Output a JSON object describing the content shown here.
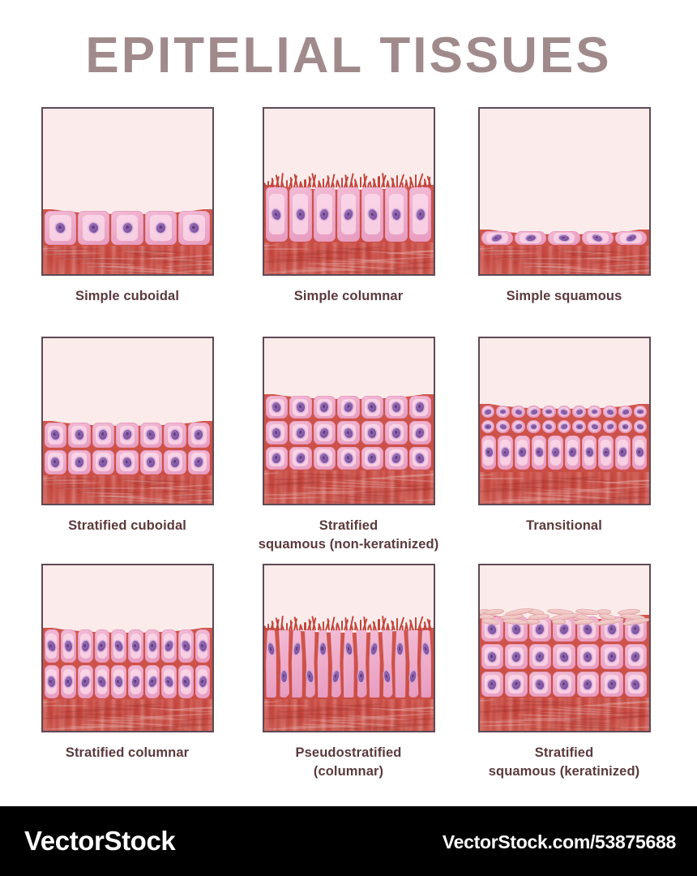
{
  "title": "EPITELIAL TISSUES",
  "colors": {
    "title_text": "#a08a8c",
    "label_text": "#5b3a3c",
    "panel_border": "#5e4a55",
    "lumen": "#fbeceb",
    "connective_tissue": "#c9483f",
    "cell_body": "#eda9c8",
    "cell_highlight": "#ffe8f3",
    "nucleus": "#8257a4",
    "footer_bar": "#000000",
    "footer_text": "#ffffff"
  },
  "panels": [
    {
      "id": "simple-cuboidal",
      "label": "Simple cuboidal",
      "label_lines": [
        "Simple cuboidal"
      ],
      "layers": 1,
      "cells_per_row": 5,
      "cell_shape": "cuboidal",
      "has_cilia": false,
      "has_keratin": false,
      "lumen_height_pct": 61,
      "epithelium_height_pct": 22,
      "connective_height_pct": 17
    },
    {
      "id": "simple-columnar",
      "label": "Simple columnar",
      "label_lines": [
        "Simple columnar"
      ],
      "layers": 1,
      "cells_per_row": 7,
      "cell_shape": "columnar",
      "has_cilia": true,
      "has_keratin": false,
      "lumen_height_pct": 46,
      "epithelium_height_pct": 35,
      "connective_height_pct": 19
    },
    {
      "id": "simple-squamous",
      "label": "Simple squamous",
      "label_lines": [
        "Simple squamous"
      ],
      "layers": 1,
      "cells_per_row": 5,
      "cell_shape": "squamous",
      "has_cilia": false,
      "has_keratin": false,
      "lumen_height_pct": 73,
      "epithelium_height_pct": 10,
      "connective_height_pct": 17
    },
    {
      "id": "stratified-cuboidal",
      "label": "Stratified cuboidal",
      "label_lines": [
        "Stratified cuboidal"
      ],
      "layers": 2,
      "cells_per_row": 7,
      "cell_shape": "cuboidal",
      "has_cilia": false,
      "has_keratin": false,
      "lumen_height_pct": 50,
      "epithelium_height_pct": 33,
      "connective_height_pct": 17
    },
    {
      "id": "stratified-squamous-non-keratinized",
      "label": "Stratified squamous (non-keratinized)",
      "label_lines": [
        "Stratified",
        "squamous (non-keratinized)"
      ],
      "layers": 3,
      "cells_per_row": 7,
      "cell_shape": "cuboidal",
      "has_cilia": false,
      "has_keratin": false,
      "lumen_height_pct": 34,
      "epithelium_height_pct": 46,
      "connective_height_pct": 20
    },
    {
      "id": "transitional",
      "label": "Transitional",
      "label_lines": [
        "Transitional"
      ],
      "layers": 3,
      "cells_per_row": 11,
      "cell_shape": "transitional",
      "has_cilia": false,
      "has_keratin": false,
      "lumen_height_pct": 40,
      "epithelium_height_pct": 41,
      "connective_height_pct": 19
    },
    {
      "id": "stratified-columnar",
      "label": "Stratified columnar",
      "label_lines": [
        "Stratified columnar"
      ],
      "layers": 2,
      "cells_per_row": 10,
      "cell_shape": "columnar",
      "has_cilia": false,
      "has_keratin": false,
      "lumen_height_pct": 38,
      "epithelium_height_pct": 43,
      "connective_height_pct": 19
    },
    {
      "id": "pseudostratified-columnar",
      "label": "Pseudostratified (columnar)",
      "label_lines": [
        "Pseudostratified",
        "(columnar)"
      ],
      "layers": 1,
      "cells_per_row": 13,
      "cell_shape": "pseudostratified",
      "has_cilia": true,
      "has_keratin": false,
      "lumen_height_pct": 38,
      "epithelium_height_pct": 43,
      "connective_height_pct": 19
    },
    {
      "id": "stratified-squamous-keratinized",
      "label": "Stratified squamous (keratinized)",
      "label_lines": [
        "Stratified",
        "squamous (keratinized)"
      ],
      "layers": 3,
      "cells_per_row": 7,
      "cell_shape": "cuboidal",
      "has_cilia": false,
      "has_keratin": true,
      "lumen_height_pct": 30,
      "epithelium_height_pct": 50,
      "connective_height_pct": 20
    }
  ],
  "footer": {
    "logo": "VectorStock",
    "url": "VectorStock.com/53875688"
  }
}
